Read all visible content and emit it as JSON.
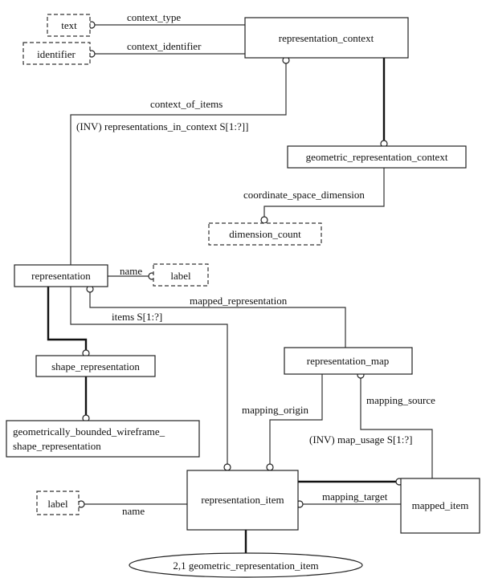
{
  "entities": {
    "representation_context": "representation_context",
    "geometric_representation_context": "geometric_representation_context",
    "representation": "representation",
    "shape_representation": "shape_representation",
    "gbw_line1": "geometrically_bounded_wireframe_",
    "gbw_line2": "shape_representation",
    "representation_map": "representation_map",
    "representation_item": "representation_item",
    "mapped_item": "mapped_item",
    "geometric_representation_item": "2,1 geometric_representation_item"
  },
  "types": {
    "text": "text",
    "identifier": "identifier",
    "dimension_count": "dimension_count",
    "label_rep": "label",
    "label_item": "label"
  },
  "relations": {
    "context_type": "context_type",
    "context_identifier": "context_identifier",
    "context_of_items": "context_of_items",
    "representations_in_context": "(INV) representations_in_context S[1:?]]",
    "coordinate_space_dimension": "coordinate_space_dimension",
    "rep_name": "name",
    "mapped_representation": "mapped_representation",
    "items": "items S[1:?]",
    "mapping_origin": "mapping_origin",
    "mapping_source": "mapping_source",
    "map_usage": "(INV) map_usage S[1:?]",
    "mapping_target": "mapping_target",
    "item_name": "name"
  }
}
